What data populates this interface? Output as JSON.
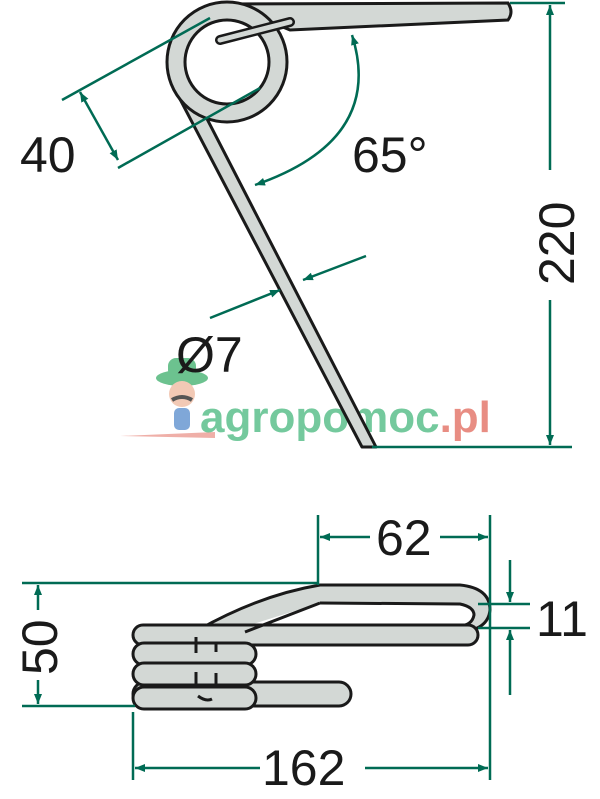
{
  "colors": {
    "dimension_line": "#006b54",
    "part_fill": "#d3d8d5",
    "part_outline": "#1a1a1a",
    "watermark_green": "#5cc08c",
    "watermark_red": "#e57a6e"
  },
  "side_view": {
    "dimensions": {
      "coil_width": "40",
      "angle": "65°",
      "height": "220",
      "wire_diameter": "Ø7"
    }
  },
  "top_view": {
    "dimensions": {
      "arm_length": "62",
      "gap": "11",
      "width": "50",
      "total_length": "162"
    }
  },
  "watermark": {
    "text_main": "agropomoc",
    "text_suffix": ".pl"
  }
}
